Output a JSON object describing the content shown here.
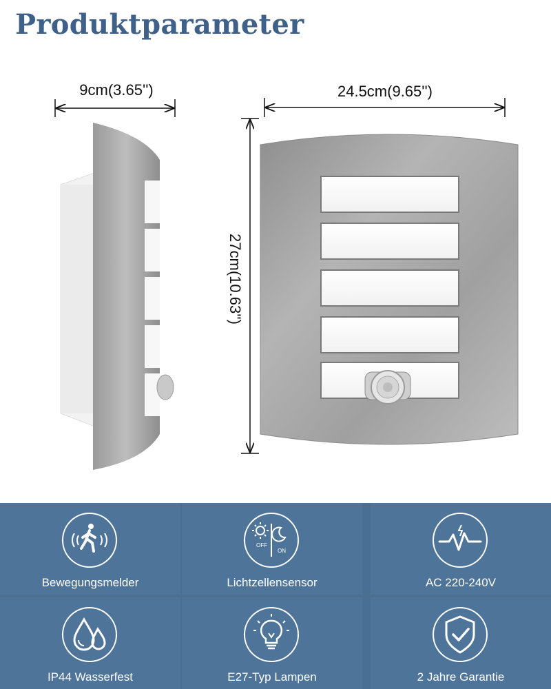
{
  "title": "Produktparameter",
  "dimensions": {
    "side_width": "9cm(3.65'')",
    "front_width": "24.5cm(9.65'')",
    "height": "27cm(10.63'')"
  },
  "features": [
    {
      "label": "Bewegungsmelder",
      "icon": "motion-sensor-icon"
    },
    {
      "label": "Lichtzellensensor",
      "icon": "light-sensor-icon",
      "icon_text_off": "OFF",
      "icon_text_on": "ON"
    },
    {
      "label": "AC 220-240V",
      "icon": "voltage-icon"
    },
    {
      "label": "IP44 Wasserfest",
      "icon": "water-drops-icon"
    },
    {
      "label": "E27-Typ Lampen",
      "icon": "bulb-icon"
    },
    {
      "label": "2 Jahre Garantie",
      "icon": "shield-check-icon"
    }
  ],
  "colors": {
    "title": "#3e6089",
    "panel_bg": "#4e7499",
    "panel_border": "#4a6f92",
    "steel": "#a3a3a3"
  }
}
